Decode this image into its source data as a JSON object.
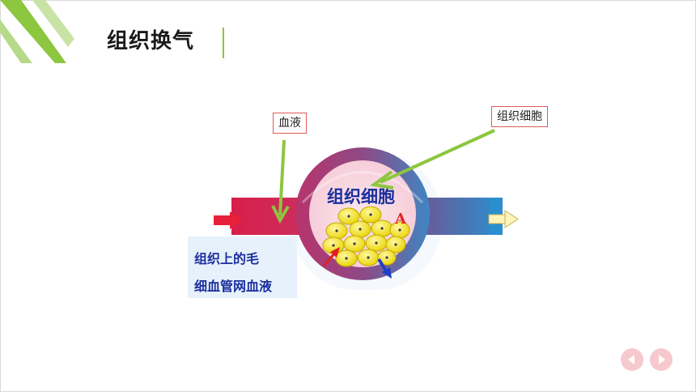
{
  "slide": {
    "title": "组织换气"
  },
  "diagram": {
    "callout_blood": "血液",
    "callout_cells": "组织细胞",
    "inner_label": "组织细胞",
    "marker_a": "A",
    "caption_line1": "组织上的毛",
    "caption_line2": "细血管网血液"
  },
  "colors": {
    "accent_green": "#8dc63f",
    "arterial_red": "#d81e4a",
    "venous_blue": "#2b8fcf",
    "cell_yellow": "#f2e60c",
    "label_blue": "#1a2f9e"
  },
  "nav": {
    "prev_icon": "triangle-left-icon",
    "next_icon": "triangle-right-icon"
  }
}
